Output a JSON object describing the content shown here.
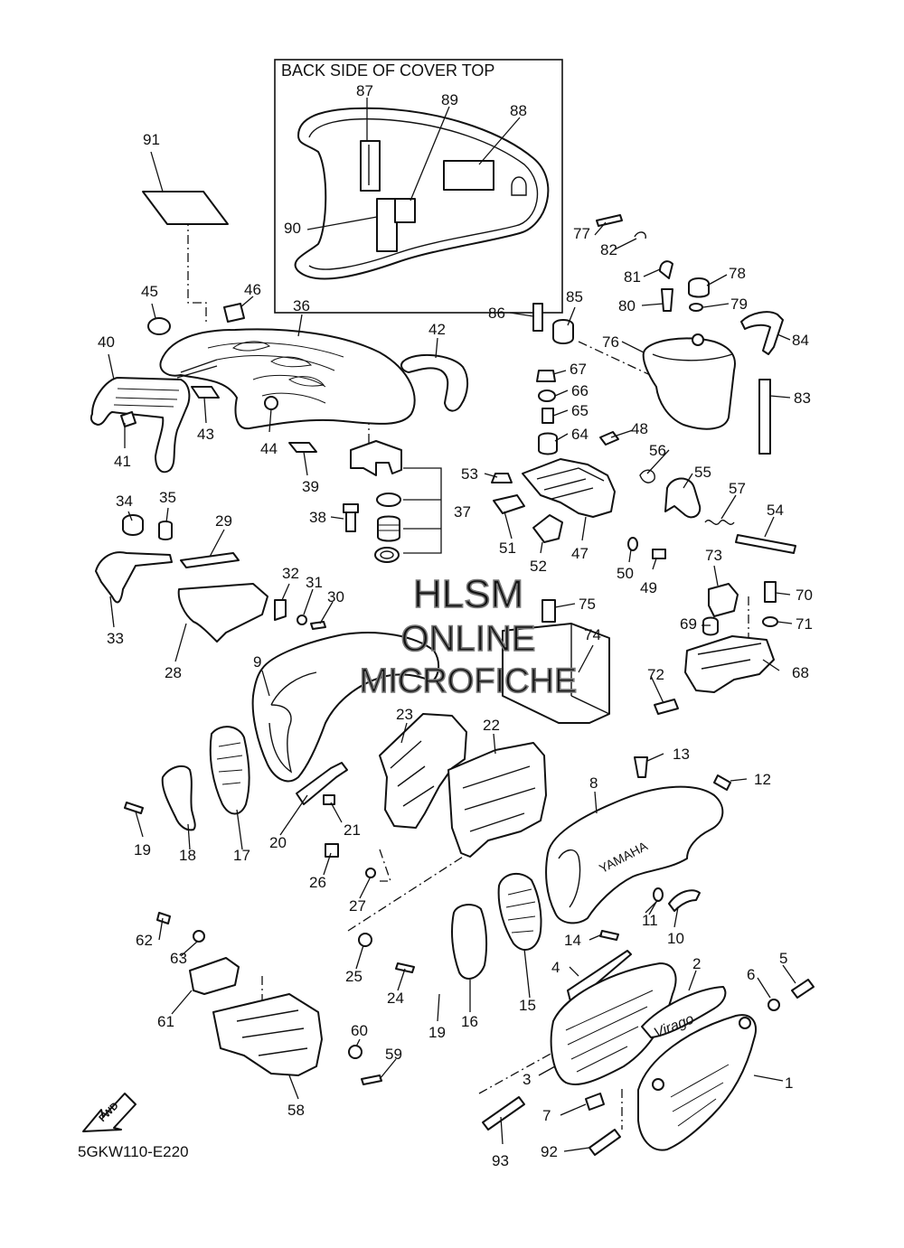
{
  "inset": {
    "title": "BACK SIDE OF COVER TOP"
  },
  "diagram_code": "5GKW110-E220",
  "fwd_label": "FWD",
  "brand_text": "YAMAHA",
  "badge_text": "Virago",
  "watermark": {
    "line1": "HLSM",
    "line2": "ONLINE",
    "line3": "MICROFICHE"
  },
  "callouts": [
    "1",
    "2",
    "3",
    "4",
    "5",
    "6",
    "7",
    "8",
    "9",
    "10",
    "11",
    "12",
    "13",
    "14",
    "15",
    "16",
    "17",
    "18",
    "19",
    "19",
    "20",
    "21",
    "22",
    "23",
    "24",
    "25",
    "26",
    "27",
    "28",
    "29",
    "30",
    "31",
    "32",
    "33",
    "34",
    "35",
    "36",
    "37",
    "38",
    "39",
    "40",
    "41",
    "42",
    "43",
    "44",
    "45",
    "46",
    "47",
    "48",
    "49",
    "50",
    "51",
    "52",
    "53",
    "54",
    "55",
    "56",
    "57",
    "58",
    "59",
    "60",
    "61",
    "62",
    "63",
    "64",
    "65",
    "66",
    "67",
    "68",
    "69",
    "70",
    "71",
    "72",
    "73",
    "74",
    "75",
    "76",
    "77",
    "78",
    "79",
    "80",
    "81",
    "82",
    "83",
    "84",
    "85",
    "86",
    "87",
    "88",
    "89",
    "90",
    "91",
    "92",
    "93"
  ]
}
